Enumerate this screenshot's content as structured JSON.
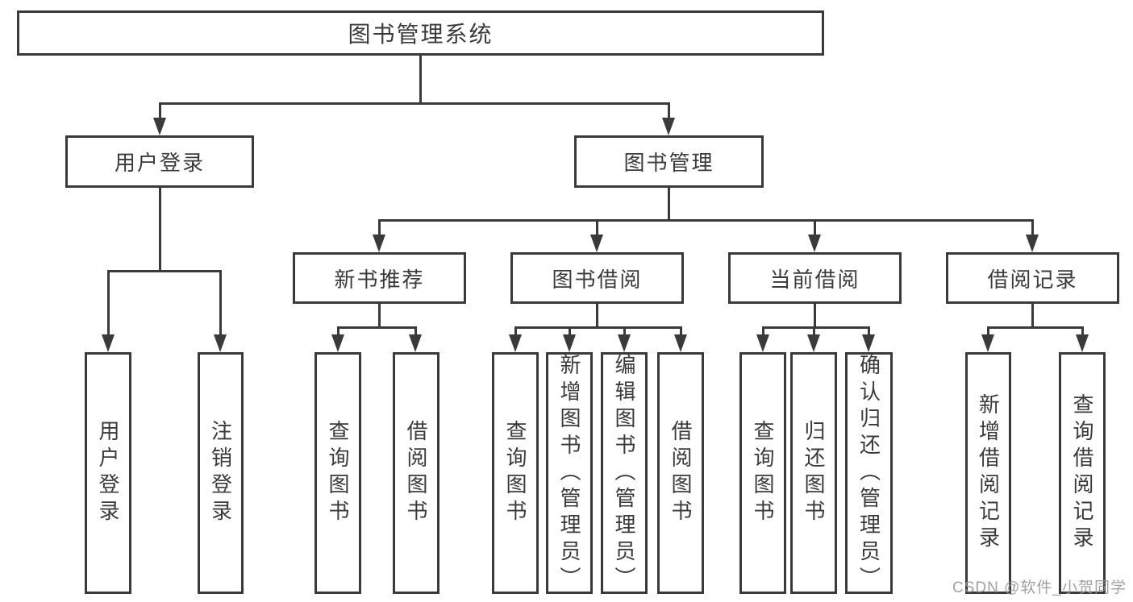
{
  "colors": {
    "line": "#3a3a3a",
    "box_background": "#ffffff",
    "text": "#3a3a3a",
    "watermark_text": "#949494"
  },
  "watermark": "CSDN @软件_小贺同学",
  "tree": {
    "root": "图书管理系统",
    "children": [
      {
        "label": "用户登录",
        "leaves": [
          "用户登录",
          "注销登录"
        ]
      },
      {
        "label": "图书管理",
        "children": [
          {
            "label": "新书推荐",
            "leaves": [
              "查询图书",
              "借阅图书"
            ]
          },
          {
            "label": "图书借阅",
            "leaves": [
              "查询图书",
              "新增图书（管理员）",
              "编辑图书（管理员）",
              "借阅图书"
            ]
          },
          {
            "label": "当前借阅",
            "leaves": [
              "查询图书",
              "归还图书",
              "确认归还（管理员）"
            ]
          },
          {
            "label": "借阅记录",
            "leaves": [
              "新增借阅记录",
              "查询借阅记录"
            ]
          }
        ]
      }
    ]
  }
}
